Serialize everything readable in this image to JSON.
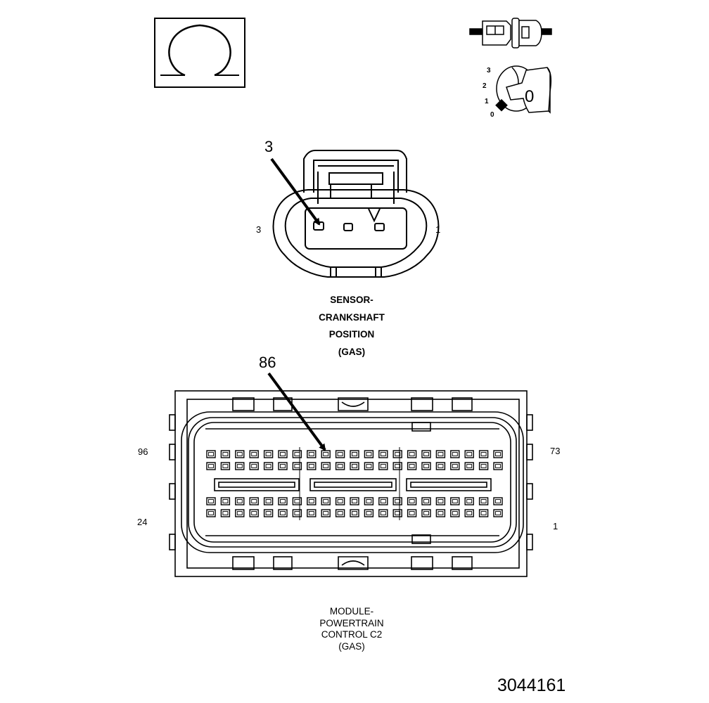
{
  "legend": {
    "ohm_symbol_icon": "ohmmeter-symbol-icon",
    "connector_icon": "disconnected-connector-icon",
    "ignition_icon": "ignition-switch-off-icon",
    "ignition_positions": [
      "3",
      "2",
      "1",
      "0"
    ],
    "ignition_key_label": "0"
  },
  "crank_sensor": {
    "callout_pin": "3",
    "left_pin_label": "3",
    "right_pin_label": "1",
    "caption_lines": [
      "SENSOR-",
      "CRANKSHAFT",
      "POSITION",
      "(GAS)"
    ]
  },
  "pcm_connector": {
    "callout_pin": "86",
    "top_left_pin": "96",
    "top_right_pin": "73",
    "bottom_left_pin": "24",
    "bottom_right_pin": "1",
    "caption_lines": [
      "MODULE-",
      "POWERTRAIN",
      "CONTROL C2",
      "(GAS)"
    ]
  },
  "figure_number": "3044161"
}
